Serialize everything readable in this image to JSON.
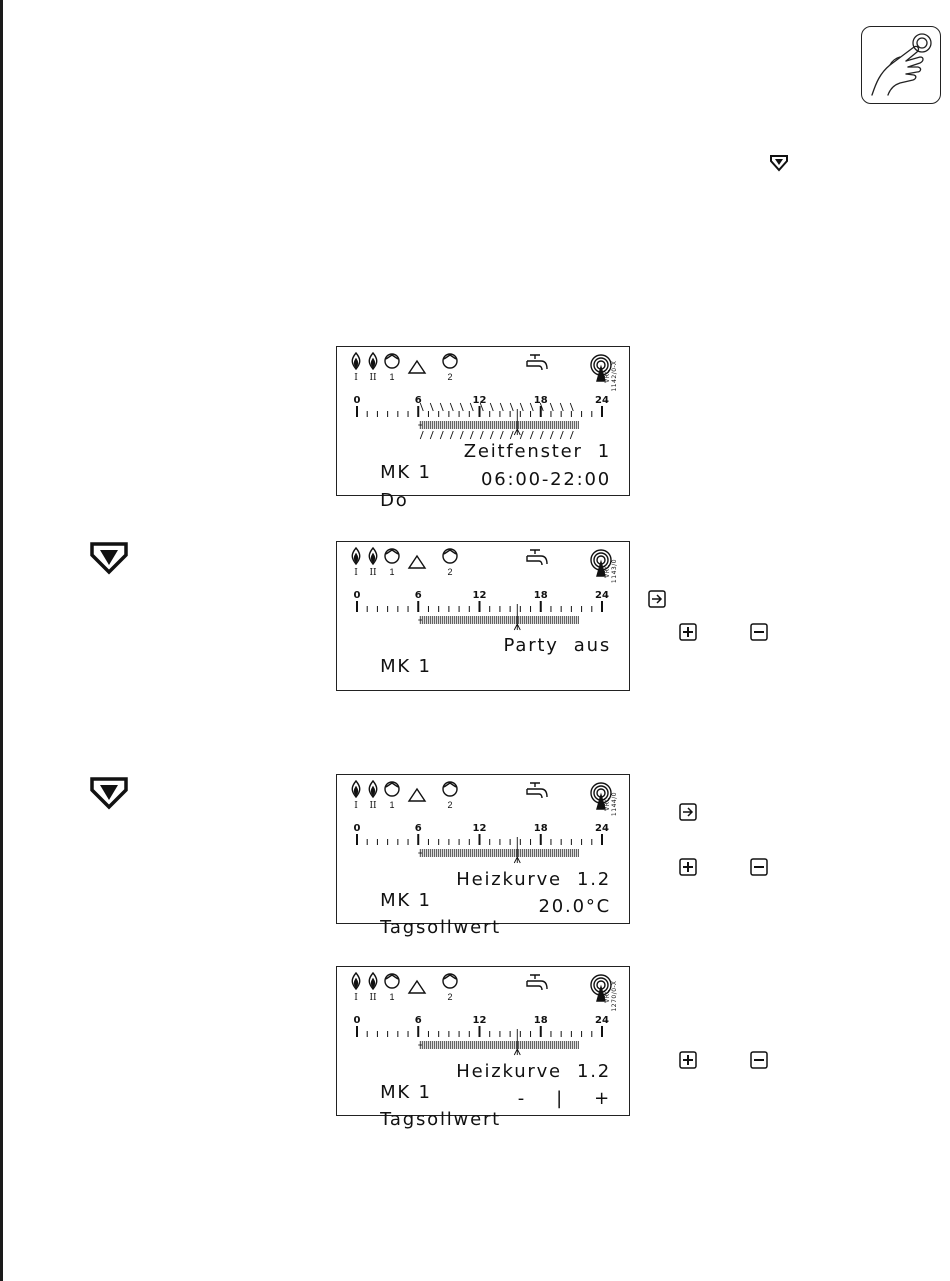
{
  "icons": {
    "hand_press": "hand-press-icon",
    "down_arrow": "down-arrow-key-icon",
    "enter": "enter-arrow-icon",
    "plus": "plus-key-icon",
    "minus": "minus-key-icon"
  },
  "displays": [
    {
      "code": "VRC 1142/0-X",
      "ticks": [
        "0",
        "6",
        "12",
        "18",
        "24"
      ],
      "line1_left": "MK 1",
      "line1_right": "Zeitfenster  1",
      "line2_left": "Do",
      "line2_right": "06:00-22:00"
    },
    {
      "code": "VRC 1143/0",
      "ticks": [
        "0",
        "6",
        "12",
        "18",
        "24"
      ],
      "line1_left": "MK 1",
      "line1_right": "Party  aus",
      "line2_left": "",
      "line2_right": ""
    },
    {
      "code": "VRC 1144/0",
      "ticks": [
        "0",
        "6",
        "12",
        "18",
        "24"
      ],
      "line1_left": "MK 1",
      "line1_right": "Heizkurve  1.2",
      "line2_left": "Tagsollwert",
      "line2_right": "20.0°C"
    },
    {
      "code": "VRC 1270/0-X",
      "ticks": [
        "0",
        "6",
        "12",
        "18",
        "24"
      ],
      "line1_left": "MK 1",
      "line1_right": "Heizkurve  1.2",
      "line2_left": "Tagsollwert",
      "line2_right": "-    |    +"
    }
  ],
  "symbol_labels": {
    "burner1": "I",
    "burner2": "II",
    "pump1": "1",
    "pump2": "2"
  }
}
